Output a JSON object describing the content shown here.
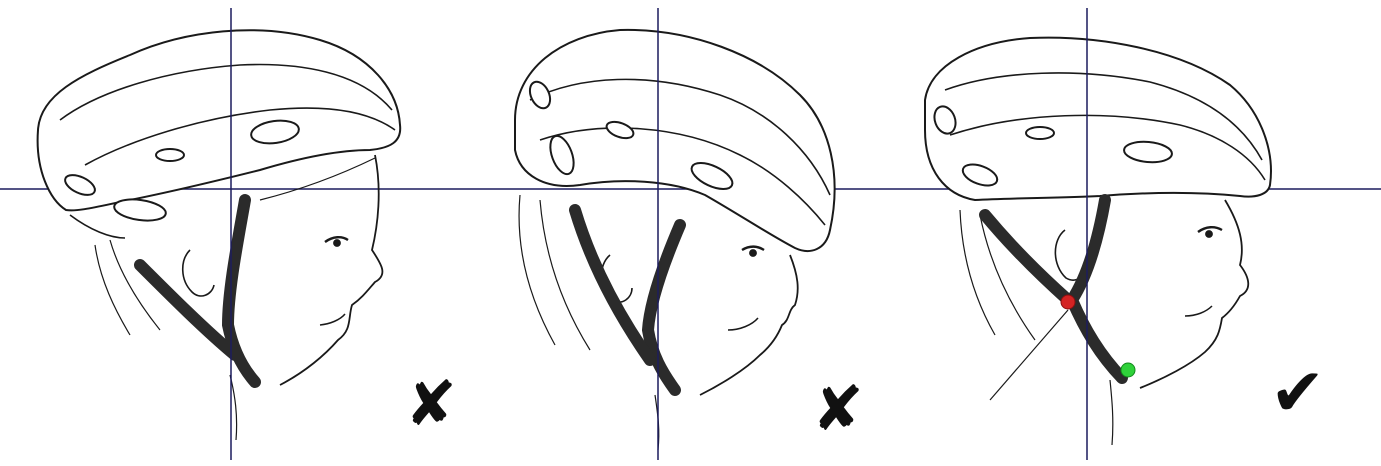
{
  "figure": {
    "title": "",
    "panels": [
      {
        "id": "panel-1",
        "verdict": "incorrect",
        "verdict_glyph": "✘",
        "verdict_color": "#111111"
      },
      {
        "id": "panel-2",
        "verdict": "incorrect",
        "verdict_glyph": "✘",
        "verdict_color": "#111111"
      },
      {
        "id": "panel-3",
        "verdict": "correct",
        "verdict_glyph": "✔",
        "verdict_color": "#111111"
      }
    ],
    "colors": {
      "guide_line": "#1c1c5e",
      "outline": "#1a1a1a",
      "strap": "#2b2b2b",
      "buckle_upper": "#d42323",
      "buckle_lower": "#2fd13a"
    }
  }
}
